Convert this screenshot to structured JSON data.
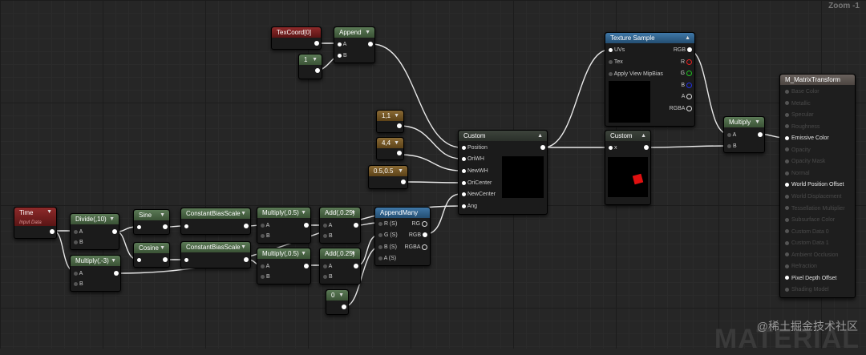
{
  "zoom": "Zoom -1",
  "watermark": {
    "site": "@稀土掘金技术社区",
    "big": "MATERIAL"
  },
  "nodes": {
    "texcoord": {
      "title": "TexCoord[0]"
    },
    "append": {
      "title": "Append",
      "pins": [
        "A",
        "B"
      ]
    },
    "const1": {
      "title": "1"
    },
    "c11": {
      "title": "1,1"
    },
    "c44": {
      "title": "4,4"
    },
    "c0505": {
      "title": "0.5,0.5"
    },
    "time": {
      "title": "Time",
      "subtitle": "Input Data"
    },
    "divide": {
      "title": "Divide(,10)",
      "pins": [
        "A",
        "B"
      ]
    },
    "multiply_neg3": {
      "title": "Multiply(,-3)",
      "pins": [
        "A",
        "B"
      ]
    },
    "sine": {
      "title": "Sine"
    },
    "cosine": {
      "title": "Cosine"
    },
    "cbs1": {
      "title": "ConstantBiasScale"
    },
    "cbs2": {
      "title": "ConstantBiasScale"
    },
    "mul05a": {
      "title": "Multiply(,0.5)",
      "pins": [
        "A",
        "B"
      ]
    },
    "mul05b": {
      "title": "Multiply(,0.5)",
      "pins": [
        "A",
        "B"
      ]
    },
    "add025a": {
      "title": "Add(,0.25)",
      "pins": [
        "A",
        "B"
      ]
    },
    "add025b": {
      "title": "Add(,0.25)",
      "pins": [
        "A",
        "B"
      ]
    },
    "const0": {
      "title": "0"
    },
    "appendmany": {
      "title": "AppendMany",
      "inputs": [
        "R (S)",
        "G (S)",
        "B (S)",
        "A (S)"
      ],
      "outputs": [
        "RG",
        "RGB",
        "RGBA"
      ]
    },
    "custom1": {
      "title": "Custom",
      "inputs": [
        "Position",
        "OriWH",
        "NewWH",
        "OriCenter",
        "NewCenter",
        "Ang"
      ]
    },
    "custom2": {
      "title": "Custom",
      "inputs": [
        "x"
      ]
    },
    "texsample": {
      "title": "Texture Sample",
      "inputs": [
        "UVs",
        "Tex",
        "Apply View MipBias"
      ],
      "outputs": [
        "RGB",
        "R",
        "G",
        "B",
        "A",
        "RGBA"
      ]
    },
    "multiply": {
      "title": "Multiply",
      "pins": [
        "A",
        "B"
      ]
    },
    "result": {
      "title": "M_MatrixTransform",
      "pins": [
        "Base Color",
        "Metallic",
        "Specular",
        "Roughness",
        "Emissive Color",
        "Opacity",
        "Opacity Mask",
        "Normal",
        "World Position Offset",
        "World Displacement",
        "Tessellation Multiplier",
        "Subsurface Color",
        "Custom Data 0",
        "Custom Data 1",
        "Ambient Occlusion",
        "Refraction",
        "Pixel Depth Offset",
        "Shading Model"
      ],
      "active": [
        false,
        false,
        false,
        false,
        true,
        false,
        false,
        false,
        true,
        false,
        false,
        false,
        false,
        false,
        false,
        false,
        true,
        false
      ]
    }
  },
  "colors": {
    "custom_preview_square": "#e01010",
    "pin_r": "#e02020",
    "pin_g": "#20c020",
    "pin_b": "#2030e0"
  }
}
